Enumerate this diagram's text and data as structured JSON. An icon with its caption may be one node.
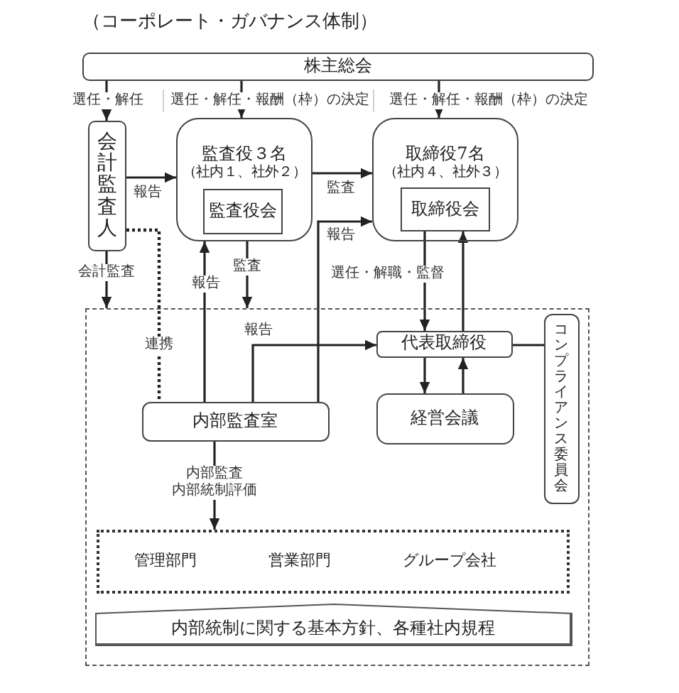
{
  "diagram": {
    "title": "（コーポレート・ガバナンス体制）",
    "nodes": [
      {
        "text": [
          "株主総会"
        ]
      },
      {
        "text": [
          "会計監査人"
        ]
      },
      {
        "text": [
          "監査役３名",
          "（社内１、社外２）"
        ]
      },
      {
        "text": [
          "監査役会"
        ],
        "in": 2
      },
      {
        "text": [
          "取締役7名",
          "（社内４、社外３）"
        ]
      },
      {
        "text": [
          "取締役会"
        ],
        "in": 4
      },
      {
        "text": [],
        "shape": "box"
      },
      {
        "text": [
          "代表取締役"
        ],
        "in": 6
      },
      {
        "text": [
          "内部監査室"
        ],
        "in": 6
      },
      {
        "text": [
          "経営会議"
        ],
        "in": 6
      },
      {
        "text": [
          "コンプライアンス委員会"
        ],
        "in": 6
      },
      {
        "text": [
          "管理部門",
          "営業部門",
          "グループ会社"
        ],
        "in": 6
      },
      {
        "text": [
          "内部統制に関する基本方針、各種社内規程"
        ],
        "in": 6
      }
    ],
    "edges": [
      {
        "from": 0,
        "to": 1,
        "arrow": "to",
        "label": "選任・解任"
      },
      {
        "from": 0,
        "to": 2,
        "arrow": "to",
        "label": "選任・解任・報酬（枠）の決定"
      },
      {
        "from": 0,
        "to": 4,
        "arrow": "to",
        "label": "選任・解任・報酬（枠）の決定"
      },
      {
        "from": 1,
        "to": 2,
        "arrow": "to",
        "label": "報告"
      },
      {
        "from": 2,
        "to": 4,
        "arrow": "to",
        "label": "監査"
      },
      {
        "from": 8,
        "to": 4,
        "arrow": "to",
        "label": "報告"
      },
      {
        "from": 1,
        "to": 6,
        "arrow": "to",
        "label": "会計監査"
      },
      {
        "from": 1,
        "to": 8,
        "arrow": "none",
        "label": "連携",
        "style": "dashed"
      },
      {
        "from": 8,
        "to": 2,
        "arrow": "to",
        "label": "報告"
      },
      {
        "from": 2,
        "to": 6,
        "arrow": "to",
        "label": "監査"
      },
      {
        "from": 8,
        "to": 7,
        "arrow": "to",
        "label": "報告"
      },
      {
        "from": 5,
        "to": 7,
        "arrow": "to",
        "label": "選任・解職・監督"
      },
      {
        "from": 7,
        "to": 5,
        "arrow": "to"
      },
      {
        "from": 7,
        "to": 9,
        "arrow": "to"
      },
      {
        "from": 9,
        "to": 7,
        "arrow": "to"
      },
      {
        "from": 7,
        "to": 10,
        "arrow": "none"
      },
      {
        "from": 8,
        "to": 11,
        "arrow": "to",
        "label": "内部監査内部統制評価"
      }
    ]
  }
}
